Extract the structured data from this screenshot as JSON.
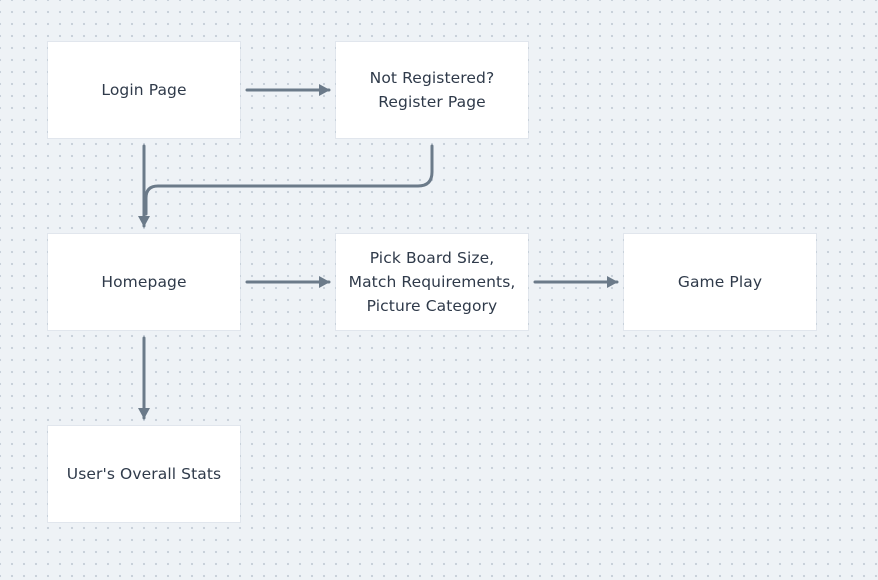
{
  "nodes": {
    "login": {
      "label": "Login Page"
    },
    "register": {
      "label": "Not Registered?\nRegister Page"
    },
    "homepage": {
      "label": "Homepage"
    },
    "pick_board": {
      "label": "Pick Board Size,\nMatch Requirements,\nPicture Category"
    },
    "game_play": {
      "label": "Game Play"
    },
    "overall_stats": {
      "label": "User's Overall Stats"
    }
  },
  "edges": [
    {
      "from": "login",
      "to": "register"
    },
    {
      "from": "login",
      "to": "homepage"
    },
    {
      "from": "register",
      "to": "homepage"
    },
    {
      "from": "homepage",
      "to": "pick_board"
    },
    {
      "from": "pick_board",
      "to": "game_play"
    },
    {
      "from": "homepage",
      "to": "overall_stats"
    }
  ],
  "colors": {
    "background": "#eef2f6",
    "node_fill": "#ffffff",
    "text": "#2f3a4a",
    "connector": "#6b7a89"
  }
}
